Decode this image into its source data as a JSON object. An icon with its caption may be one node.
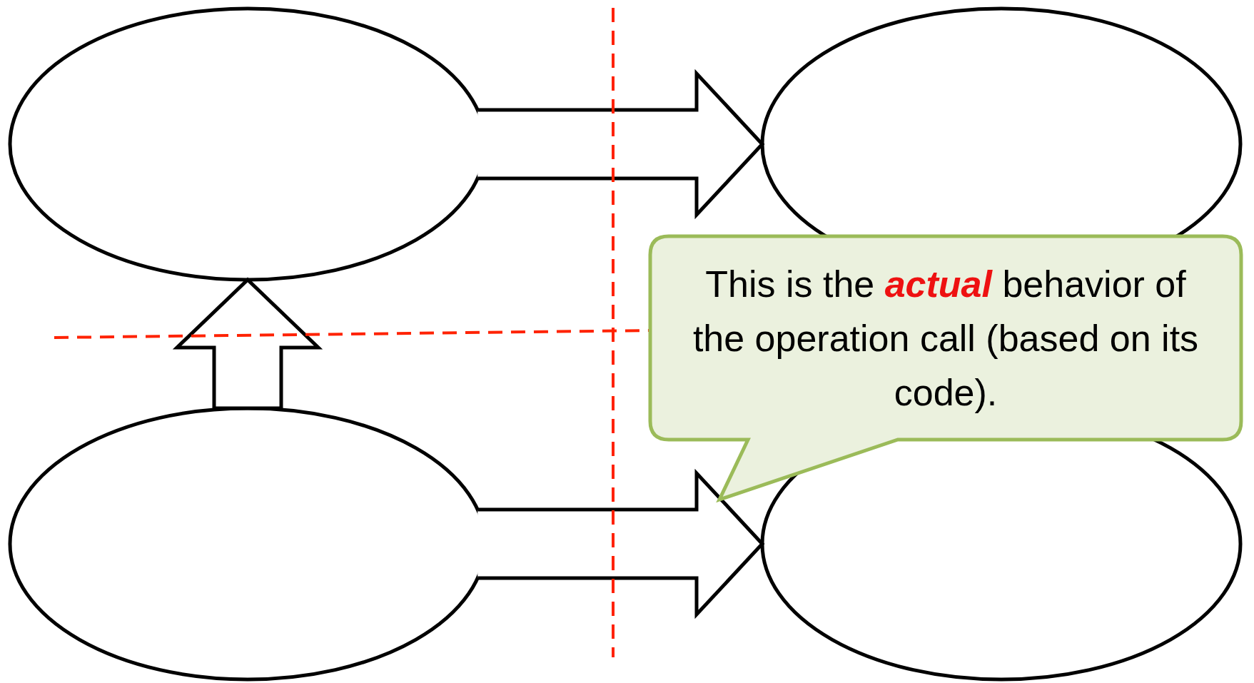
{
  "diagram": {
    "nodes": [
      {
        "text": [],
        "shape": "ellipse"
      },
      {
        "text": [],
        "shape": "ellipse"
      },
      {
        "text": [],
        "shape": "ellipse"
      },
      {
        "text": [],
        "shape": "ellipse"
      },
      {
        "text": [
          "This is the **actual** behavior of the operation call (based on its code)."
        ]
      }
    ],
    "edges": [
      {
        "from": 0,
        "to": 1,
        "arrow": "to"
      },
      {
        "from": 2,
        "to": 3,
        "arrow": "to"
      },
      {
        "from": 2,
        "to": 0,
        "arrow": "to"
      }
    ]
  }
}
